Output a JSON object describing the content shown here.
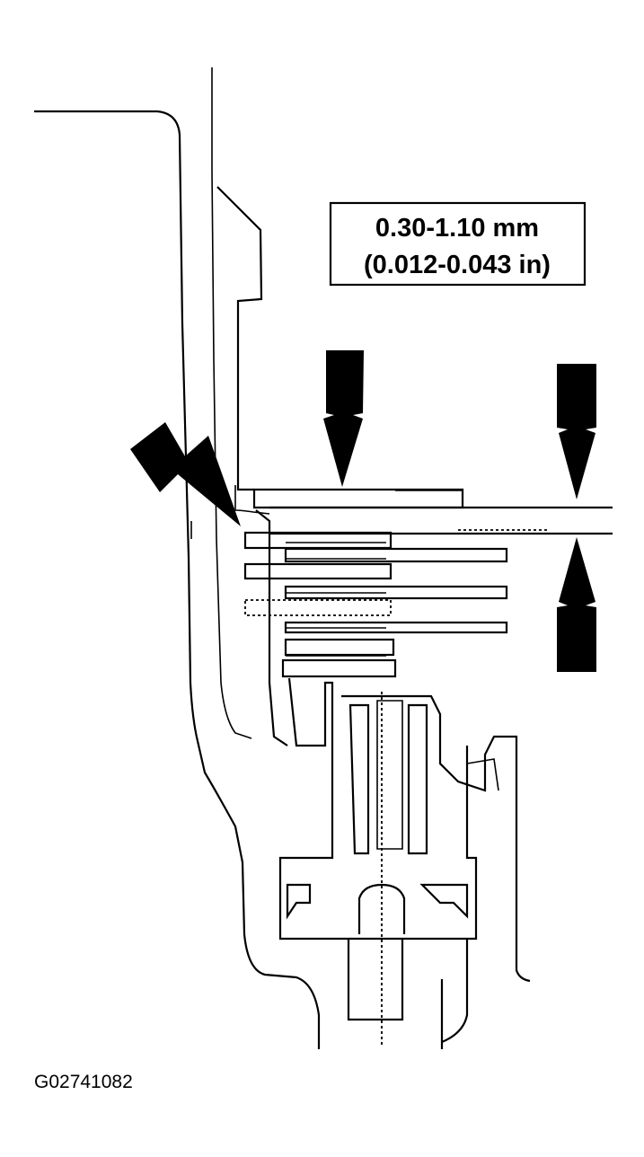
{
  "spec_label": {
    "line1": "0.30-1.10 mm",
    "line2": "(0.012-0.043 in)"
  },
  "figure_id": "G02741082",
  "colors": {
    "ink": "#000000",
    "background": "#ffffff"
  }
}
